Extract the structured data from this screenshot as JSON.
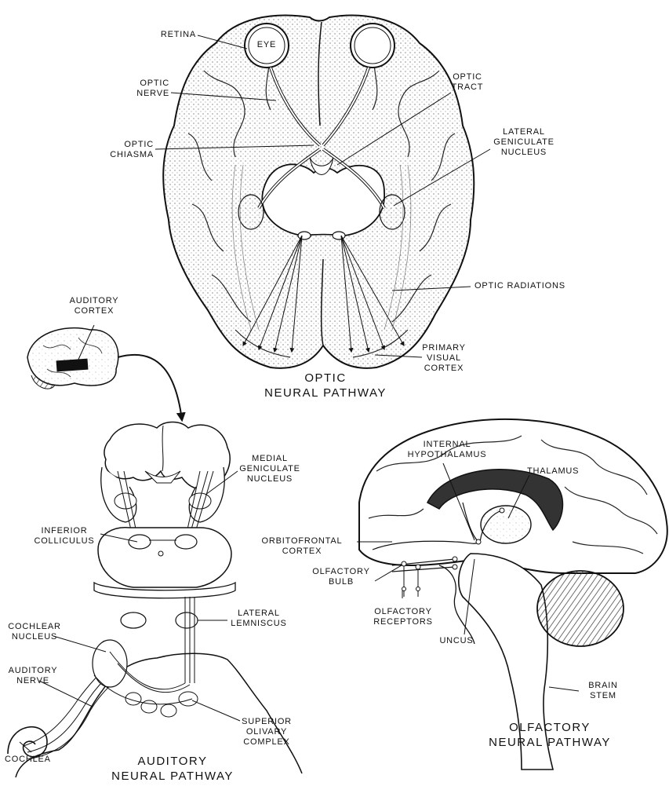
{
  "optic": {
    "title": [
      "OPTIC",
      "NEURAL PATHWAY"
    ],
    "labels": {
      "eye": [
        "EYE"
      ],
      "retina": [
        "RETINA"
      ],
      "optic_nerve": [
        "OPTIC",
        "NERVE"
      ],
      "optic_tract": [
        "OPTIC",
        "TRACT"
      ],
      "optic_chiasma": [
        "OPTIC",
        "CHIASMA"
      ],
      "lateral_geniculate": [
        "LATERAL",
        "GENICULATE",
        "NUCLEUS"
      ],
      "optic_radiations": [
        "OPTIC RADIATIONS"
      ],
      "primary_visual_cortex": [
        "PRIMARY",
        "VISUAL",
        "CORTEX"
      ]
    }
  },
  "auditory": {
    "title": [
      "AUDITORY",
      "NEURAL PATHWAY"
    ],
    "labels": {
      "auditory_cortex": [
        "AUDITORY",
        "CORTEX"
      ],
      "medial_geniculate": [
        "MEDIAL",
        "GENICULATE",
        "NUCLEUS"
      ],
      "inferior_colliculus": [
        "INFERIOR",
        "COLLICULUS"
      ],
      "lateral_lemniscus": [
        "LATERAL",
        "LEMNISCUS"
      ],
      "cochlear_nucleus": [
        "COCHLEAR",
        "NUCLEUS"
      ],
      "auditory_nerve": [
        "AUDITORY",
        "NERVE"
      ],
      "superior_olivary": [
        "SUPERIOR",
        "OLIVARY",
        "COMPLEX"
      ],
      "cochlea": [
        "COCHLEA"
      ]
    }
  },
  "olfactory": {
    "title": [
      "OLFACTORY",
      "NEURAL PATHWAY"
    ],
    "labels": {
      "internal_hypothalamus": [
        "INTERNAL",
        "HYPOTHALAMUS"
      ],
      "thalamus": [
        "THALAMUS"
      ],
      "orbitofrontal_cortex": [
        "ORBITOFRONTAL",
        "CORTEX"
      ],
      "olfactory_bulb": [
        "OLFACTORY",
        "BULB"
      ],
      "olfactory_receptors": [
        "OLFACTORY",
        "RECEPTORS"
      ],
      "uncus": [
        "UNCUS"
      ],
      "brain_stem": [
        "BRAIN",
        "STEM"
      ]
    }
  }
}
